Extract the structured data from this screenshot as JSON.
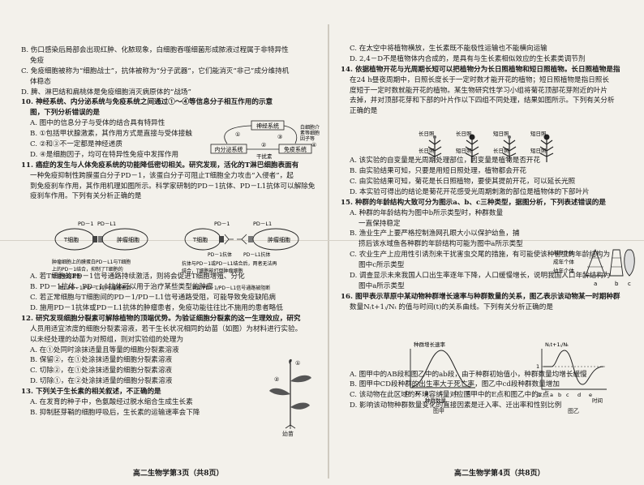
{
  "left": {
    "q9_opts": {
      "B1": "B. 伤口感染后局部会出现红肿、化脓现象，白细胞吞噬细菌形成脓液过程属于非特异性",
      "B2": "免疫",
      "C1": "C. 免疫细胞被称为“细胞战士”，抗体被称为“分子武器”，它们能消灭“非己”成分维持机",
      "C2": "体稳态",
      "D1": "D. 脾、淋巴结和扁桃体是免疫细胞消灭病原体的“战场”"
    },
    "q10": {
      "stem1": "10. 神经系统、内分泌系统与免疫系统之间通过①～④等信息分子相互作用的示意",
      "stem2": "图，下列分析错误的是",
      "A": "A. 图中的信息分子与受体的结合具有特异性",
      "B": "B. ①包括甲状腺激素，其作用方式是直接与受体接触",
      "C": "C. ②和③不一定都是神经递质",
      "D": "D. ④是细胞因子，均可在特异性免疫中发挥作用",
      "fig": {
        "nervous": "神经系统",
        "endocrine": "内分泌系统",
        "immune": "免疫系统",
        "interferon": "干扰素",
        "cytokine1": "白细胞介",
        "cytokine2": "素等细胞",
        "cytokine3": "因子等",
        "n1": "①",
        "n2": "②",
        "n3": "③",
        "n4": "④"
      }
    },
    "q11": {
      "stem1": "11. 癌症的发生与人体免疫系统的功能降低密切相关。研究发现，活化的T淋巴细胞表面有",
      "stem2": "一种免疫抑制性跨膜蛋白分子PD－1，该蛋白分子可阻止T细胞全力攻击“入侵者”，起",
      "stem3": "到免疫刹车作用，其作用机理如图所示。科学家研制的PD－1抗体、PD－L1抗体可以解除免",
      "stem4": "疫刹车作用。下列有关分析正确的是",
      "fig1": {
        "pd1": "PD－1",
        "pdl1": "PD－L1",
        "t": "T细胞",
        "tumor": "肿瘤细胞",
        "cap1": "肿瘤细胞上的膜蛋白PD－L1与T细胞",
        "cap2": "上的PD－1结合，抑制了T细胞的",
        "cap3": "正常免疫活性",
        "title": "图1 PD－1/PD－L1信号通路激活"
      },
      "fig2": {
        "pd1": "PD－1",
        "pdl1": "PD－L1",
        "t": "T细胞",
        "tumor": "肿瘤细胞",
        "ab1": "PD－1抗体",
        "ab2": "PD－L1抗体",
        "cap1": "抗体与PD－1或PD－L1结合后，两者无法再",
        "cap2": "结合，T细胞能打倒肿瘤细胞",
        "title": "图2 PD－1/PD－L1信号通路被阻断"
      },
      "A": "A. 若T细胞的PD－1信号通路持续激活，则将会促进T细胞增殖、分化",
      "B": "B. PD－1抗体、PD－L1抗体可以用于治疗某些类型的肿瘤",
      "C": "C. 若正常细胞与T细胞间的PD－1/PD－L1信号通路受阻，可能导致免疫缺陷病",
      "D": "D. 施用PD－1抗体或PD－L1抗体的肿瘤患者，免疫功能往往比不施用的患者略低"
    },
    "q12": {
      "stem1": "12. 研究发现细胞分裂素可解除植物的顶端优势。为验证细胞分裂素的这一生理效应，研究",
      "stem2": "人员用适宜浓度的细胞分裂素溶液，若干生长状况相同的幼苗（如图）为材料进行实验。",
      "stem3": "以未经处理的幼苗为对照组，则对实验组的处理为",
      "A": "A. 在①处同时涂抹适量且等量的细胞分裂素溶液",
      "B": "B. 保留②，在①处涂抹适量的细胞分裂素溶液",
      "C": "C. 切除②，在①处涂抹适量的细胞分裂素溶液",
      "D": "D. 切除①，在②处涂抹适量的细胞分裂素溶液",
      "fig": {
        "n1": "①",
        "n2": "②",
        "cap": "幼苗"
      }
    },
    "q13": {
      "stem": "13. 下列关于生长素的相关叙述，不正确的是",
      "A": "A. 在发育的种子中，色氨酸经过脱水缩合生成生长素",
      "B": "B. 抑制胚芽鞘的细胞呼吸后，生长素的运输速率会下降"
    },
    "footer": "高二生物学第3页（共8页）"
  },
  "right": {
    "q13_opts": {
      "C": "C. 在太空中将植物横放，生长素既不能极性运输也不能横向运输",
      "D": "D. 2,4－D不是植物体内合成的，是具有与生长素相似效应的生长素类调节剂"
    },
    "q14": {
      "stem1": "14. 依据植物开花与光周期长短可以把植物分为长日照植物和短日照植物。长日照植物是指",
      "stem2": "在24 h昼夜周期中，日照长度长于一定时数才能开花的植物；短日照植物是指日照长",
      "stem3": "度短于一定时数就能开花的植物。某生物研究性学习小组将菊花顶部花芽附近的叶片",
      "stem4": "去掉，并对顶部花芽和下部的叶片作以下四组不同处理，结果如图所示。下列有关分析",
      "stem5": "正确的是",
      "fig": {
        "long": "长日照",
        "short": "短日照"
      },
      "A": "A. 该实验的自变量是光周期处理部位，因变量是植物是否开花",
      "B": "B. 由实验结果可知，只要是用短日照处理，植物都会开花",
      "C": "C. 由实验结果可知，菊花是长日照植物，要使其提前开花，可以延长光照",
      "D": "D. 本实验可得出的结论是菊花开花感受光周期刺激的部位是植物体的下部叶片"
    },
    "q15": {
      "stem": "15. 种群的年龄结构大致可分为图示a、b、c三种类型，据图分析，下列表述错误的是",
      "A1": "A. 种群的年龄结构为图中b所示类型时，种群数量",
      "A2": "一直保持稳定",
      "B1": "B. 渔业生产上要严格控制渔网孔眼大小以保护幼鱼，捕",
      "B2": "捞后该水域鱼各种群的年龄结构可能为图中a所示类型",
      "C1": "C. 农业生产上应用性引诱剂来干扰害虫交尾的措施，有可能使该种害虫的年龄结构为",
      "C2": "图中c所示类型",
      "D1": "D. 调查显示未来我国人口出生率逐年下降，人口缓慢增长，说明我国人口年龄结构为",
      "D2": "图中a所示类型",
      "fig": {
        "old": "老年个体",
        "adult": "成年个体",
        "young": "幼年个体",
        "a": "a",
        "b": "b",
        "c": "c"
      }
    },
    "q16": {
      "stem1": "16. 图甲表示草原中某动物种群增长速率与种群数量的关系，图乙表示该动物某一时期种群",
      "stem2": "数量N₍t+1₎/Nₜ 的值与时间(t)的关系曲线。下列有关分析正确的是",
      "figA": {
        "ylabel": "种群增长速率",
        "xlabel": "种群数量",
        "cap": "图甲",
        "ticks": [
          "O",
          "A",
          "B",
          "C",
          "D",
          "E"
        ]
      },
      "figB": {
        "ylabel": "N₍t+1₎/Nₜ",
        "one": "1",
        "xlabel": "时间",
        "cap": "图乙",
        "ticks": [
          "O",
          "a",
          "b",
          "c",
          "d",
          "e"
        ]
      },
      "A": "A. 图甲中的AB段和图乙中的ab段，由于种群初始值小，种群数量均增长缓慢",
      "B": "B. 图甲中CD段种群的出生率大于死亡率，图乙中cd段种群数量增加",
      "C": "C. 该动物在此区域的环境容纳量对应图甲中的E点和图乙中的c点",
      "D": "D. 影响该动物种群数量变化的直接因素是迁入率、迁出率和性别比例"
    },
    "footer": "高二生物学第4页（共8页）"
  }
}
